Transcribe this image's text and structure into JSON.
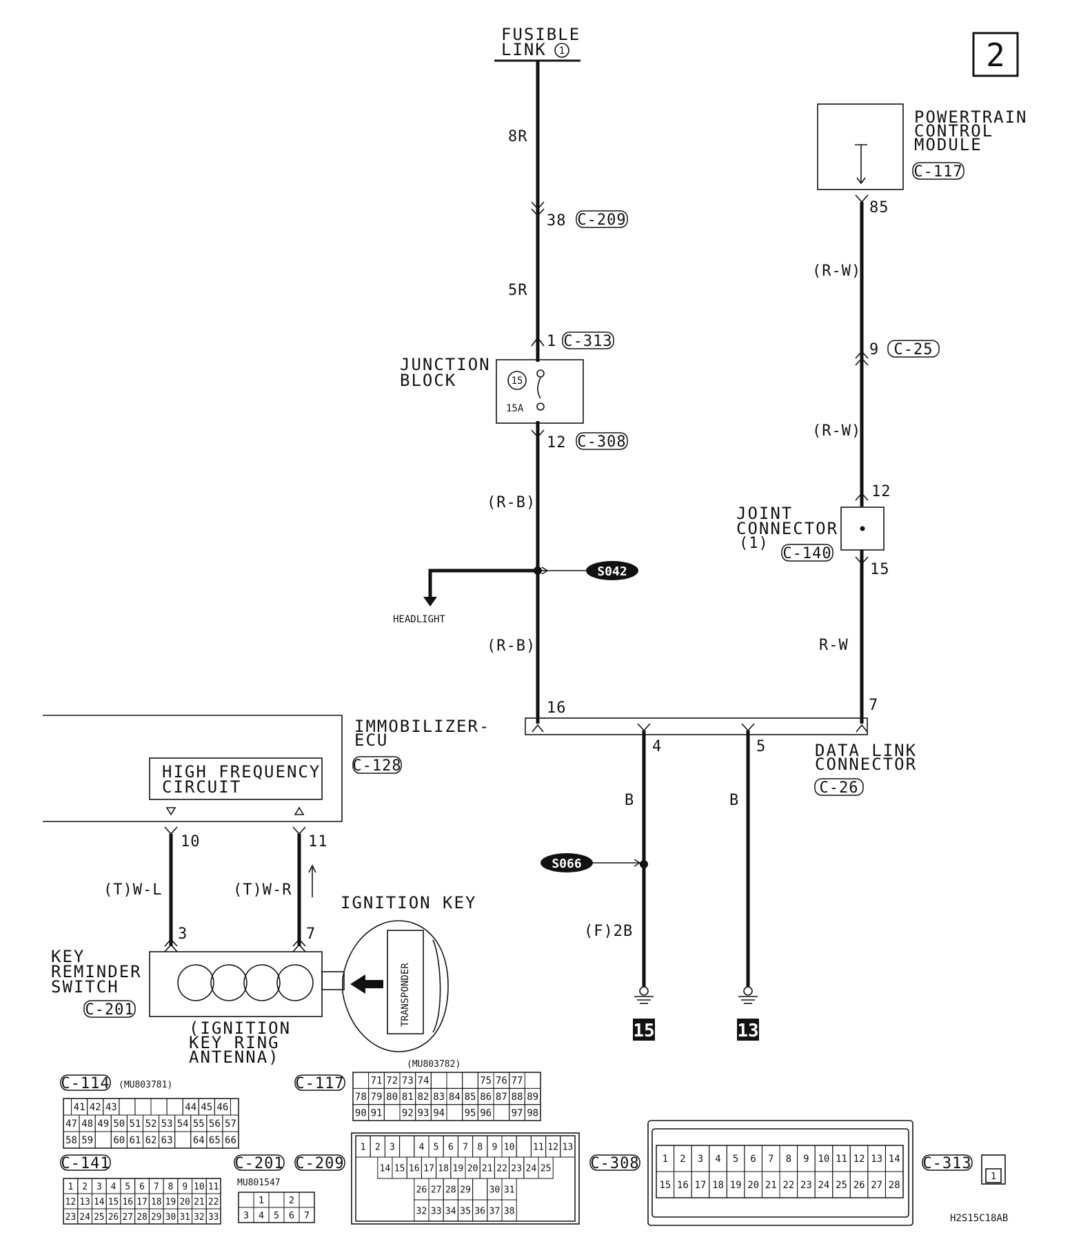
{
  "page_number": "2",
  "drawing_code": "H2S15C18AB",
  "fusible_link": {
    "line1": "FUSIBLE",
    "line2": "LINK",
    "num": "1"
  },
  "pcm": {
    "line1": "POWERTRAIN",
    "line2": "CONTROL",
    "line3": "MODULE",
    "connector": "C-117",
    "pin": "85"
  },
  "wires": {
    "w8r": "8R",
    "w5r": "5R",
    "rb1": "(R-B)",
    "rb2": "(R-B)",
    "rw1": "(R-W)",
    "rw2": "(R-W)",
    "rw3": "R-W",
    "b4": "B",
    "b5": "B",
    "f2b": "(F)2B",
    "twl": "(T)W-L",
    "twr": "(T)W-R"
  },
  "pins": {
    "p38": "38",
    "c209": "C-209",
    "p1": "1",
    "c313": "C-313",
    "p12": "12",
    "c308": "C-308",
    "p9": "9",
    "c25": "C-25",
    "jc12": "12",
    "jc15": "15",
    "p16": "16",
    "p7": "7",
    "p4": "4",
    "p5": "5",
    "p10": "10",
    "p11": "11",
    "p3": "3",
    "p7b": "7"
  },
  "junction_block": {
    "line1": "JUNCTION",
    "line2": "BLOCK",
    "fuse_num": "15",
    "fuse_amp": "15A"
  },
  "joint_connector": {
    "line1": "JOINT",
    "line2": "CONNECTOR",
    "line3": "(1)",
    "connector": "C-140"
  },
  "splices": {
    "s042": "S042",
    "s066": "S066"
  },
  "headlight": "HEADLIGHT",
  "data_link": {
    "line1": "DATA LINK",
    "line2": "CONNECTOR",
    "connector": "C-26"
  },
  "immobilizer": {
    "line1": "IMMOBILIZER-",
    "line2": "ECU",
    "connector": "C-128",
    "circuit1": "HIGH FREQUENCY",
    "circuit2": "CIRCUIT"
  },
  "ignition_key": "IGNITION KEY",
  "transponder": "TRANSPONDER",
  "key_switch": {
    "line1": "KEY",
    "line2": "REMINDER",
    "line3": "SWITCH",
    "connector": "C-201"
  },
  "antenna": {
    "line1": "(IGNITION",
    "line2": "KEY RING",
    "line3": "ANTENNA)"
  },
  "grounds": {
    "g15": "15",
    "g13": "13"
  },
  "connectors": {
    "c114": {
      "label": "C-114",
      "part": "(MU803781)",
      "rows": [
        [
          "41",
          "42",
          "43",
          "",
          "",
          "",
          "",
          "44",
          "45",
          "46"
        ],
        [
          "47",
          "48",
          "49",
          "50",
          "51",
          "52",
          "53",
          "54",
          "55",
          "56",
          "57"
        ],
        [
          "58",
          "59",
          "",
          "60",
          "61",
          "62",
          "63",
          "",
          "64",
          "65",
          "66"
        ]
      ]
    },
    "c117": {
      "label": "C-117",
      "part": "(MU803782)",
      "rows": [
        [
          "71",
          "72",
          "73",
          "74",
          "",
          "",
          "",
          "75",
          "76",
          "77"
        ],
        [
          "78",
          "79",
          "80",
          "81",
          "82",
          "83",
          "84",
          "85",
          "86",
          "87",
          "88",
          "89"
        ],
        [
          "90",
          "91",
          "",
          "92",
          "93",
          "94",
          "",
          "95",
          "96",
          "",
          "97",
          "98"
        ]
      ]
    },
    "c141": {
      "label": "C-141",
      "rows": [
        [
          "1",
          "2",
          "3",
          "4",
          "5",
          "6",
          "7",
          "8",
          "9",
          "10",
          "11"
        ],
        [
          "12",
          "13",
          "14",
          "15",
          "16",
          "17",
          "18",
          "19",
          "20",
          "21",
          "22"
        ],
        [
          "23",
          "24",
          "25",
          "26",
          "27",
          "28",
          "29",
          "30",
          "31",
          "32",
          "33"
        ]
      ]
    },
    "c201": {
      "label": "C-201",
      "part": "MU801547",
      "rows": [
        [
          "1",
          "",
          "2"
        ],
        [
          "3",
          "4",
          "5",
          "6",
          "7"
        ]
      ]
    },
    "c209": {
      "label": "C-209",
      "rows": [
        [
          "1",
          "2",
          "3",
          "",
          "4",
          "5",
          "6",
          "7",
          "8",
          "9",
          "10",
          "",
          "11",
          "12",
          "13"
        ],
        [
          "14",
          "15",
          "16",
          "17",
          "18",
          "19",
          "20",
          "21",
          "22",
          "23",
          "24",
          "25"
        ],
        [
          "26",
          "27",
          "28",
          "29",
          "",
          "30",
          "31"
        ],
        [
          "32",
          "33",
          "34",
          "35",
          "36",
          "37",
          "38"
        ]
      ]
    },
    "c308": {
      "label": "C-308",
      "rows": [
        [
          "1",
          "2",
          "3",
          "4",
          "5",
          "6",
          "7",
          "8",
          "9",
          "10",
          "11",
          "12",
          "13",
          "14"
        ],
        [
          "15",
          "16",
          "17",
          "18",
          "19",
          "20",
          "21",
          "22",
          "23",
          "24",
          "25",
          "26",
          "27",
          "28"
        ]
      ]
    },
    "c313": {
      "label": "C-313",
      "pin": "1"
    }
  }
}
